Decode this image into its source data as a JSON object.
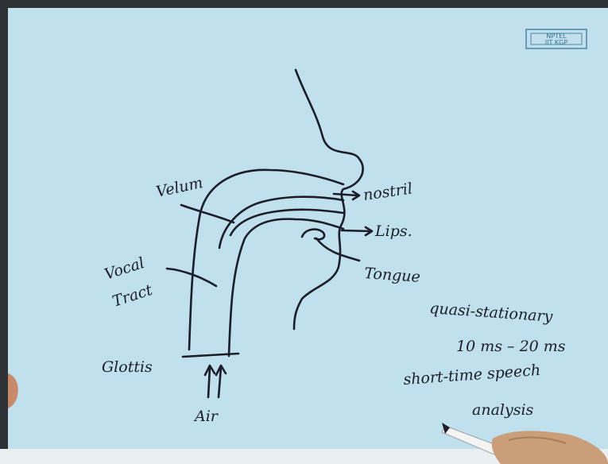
{
  "labels": {
    "velum": "Velum",
    "vocal_tract_line1": "Vocal",
    "vocal_tract_line2": "Tract",
    "glottis": "Glottis",
    "air": "Air",
    "nostril": "nostril",
    "lips": "Lips.",
    "tongue": "Tongue"
  },
  "notes": {
    "line1": "quasi-stationary",
    "line2": "10 ms – 20 ms",
    "line3": "short-time speech",
    "line4": "analysis"
  },
  "logo": {
    "line1": "NPTEL",
    "line2": "IIT KGP"
  },
  "colors": {
    "board": "#bfe0ec",
    "ink": "#1b1e2a",
    "frame": "#2e3236"
  }
}
